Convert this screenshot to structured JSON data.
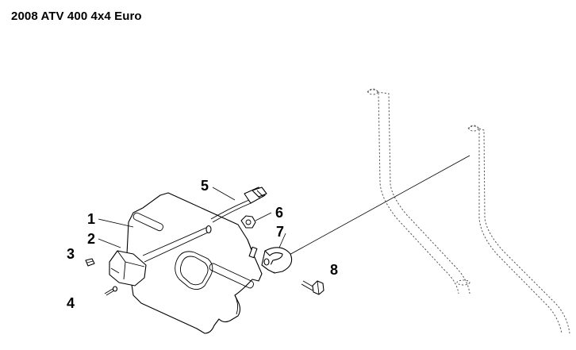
{
  "header": {
    "title": "2008 ATV 400 4x4 Euro"
  },
  "callouts": [
    {
      "id": "1",
      "label": "1"
    },
    {
      "id": "2",
      "label": "2"
    },
    {
      "id": "3",
      "label": "3"
    },
    {
      "id": "4",
      "label": "4"
    },
    {
      "id": "5",
      "label": "5"
    },
    {
      "id": "6",
      "label": "6"
    },
    {
      "id": "7",
      "label": "7"
    },
    {
      "id": "8",
      "label": "8"
    }
  ]
}
